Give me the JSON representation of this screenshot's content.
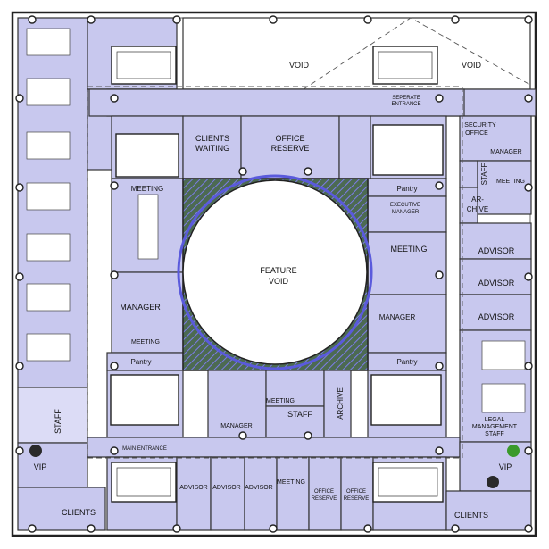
{
  "labels": {
    "void_left": "VOID",
    "void_right": "VOID",
    "separate_entrance_1": "SEPERATE",
    "separate_entrance_2": "ENTRANCE",
    "clients_waiting_1": "CLIENTS",
    "clients_waiting_2": "WAITING",
    "office_reserve_top_1": "OFFICE",
    "office_reserve_top_2": "RESERVE",
    "security_office_1": "SECURITY",
    "security_office_2": "OFFICE",
    "security_manager": "MANAGER",
    "staff_right": "STAFF",
    "meeting_right": "MEETING",
    "archive_right_1": "AR-",
    "archive_right_2": "CHIVE",
    "meeting_left": "MEETING",
    "pantry_top_right": "Pantry",
    "executive_manager_1": "EXECUTIVE",
    "executive_manager_2": "MANAGER",
    "meeting_center_right": "MEETING",
    "feature_void_1": "FEATURE",
    "feature_void_2": "VOID",
    "advisor_r1": "ADVISOR",
    "advisor_r2": "ADVISOR",
    "advisor_r3": "ADVISOR",
    "manager_left": "MANAGER",
    "meeting_left_small": "MEETING",
    "manager_right": "MANAGER",
    "pantry_left": "Pantry",
    "pantry_right": "Pantry",
    "staff_left": "STAFF",
    "meeting_bottom": "MEETING",
    "archive_bottom": "ARCHIVE",
    "staff_bottom": "STAFF",
    "manager_bottom": "MANAGER",
    "legal_1": "LEGAL",
    "legal_2": "MANAGEMENT",
    "legal_3": "STAFF",
    "main_entrance": "MAIN ENTRANCE",
    "vip_left": "VIP",
    "vip_right": "VIP",
    "advisor_b1": "ADVISOR",
    "advisor_b2": "ADVISOR",
    "advisor_b3": "ADVISOR",
    "meeting_b": "MEETING",
    "office_reserve_b1_1": "OFFICE",
    "office_reserve_b1_2": "RESERVE",
    "office_reserve_b2_1": "OFFICE",
    "office_reserve_b2_2": "RESERVE",
    "clients_left": "CLIENTS",
    "clients_right": "CLIENTS"
  },
  "colors": {
    "room_fill": "#c8c8ee",
    "void_ring_blue": "#5a5adc",
    "void_ring_green": "#3f6f46",
    "plant_green": "#3a9a2a"
  }
}
